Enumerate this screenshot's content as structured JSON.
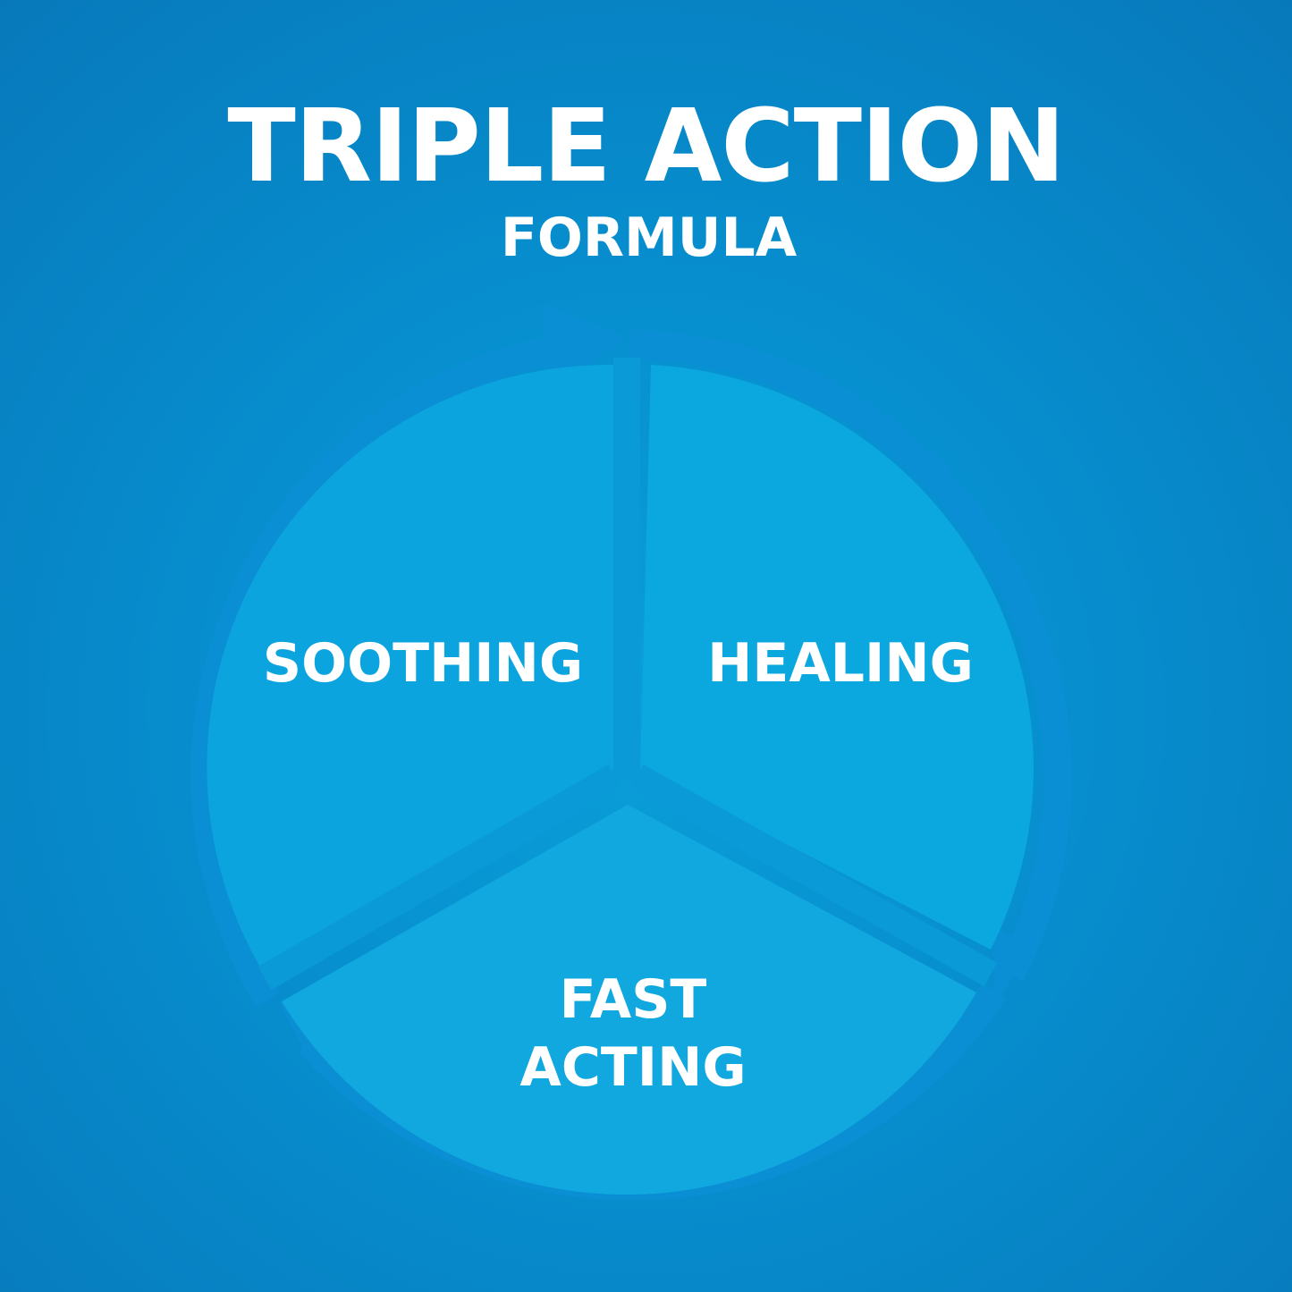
{
  "header": {
    "title": "TRIPLE ACTION",
    "subtitle": "FORMULA"
  },
  "segments": [
    {
      "id": "soothing",
      "label": "SOOTHING"
    },
    {
      "id": "healing",
      "label": "HEALING"
    },
    {
      "id": "fast-acting",
      "label_line1": "FAST",
      "label_line2": "ACTING"
    }
  ],
  "colors": {
    "background": "#0790d0",
    "pie_fill": "#0aa6df",
    "ring": "#0b8fd4",
    "text": "#ffffff"
  }
}
